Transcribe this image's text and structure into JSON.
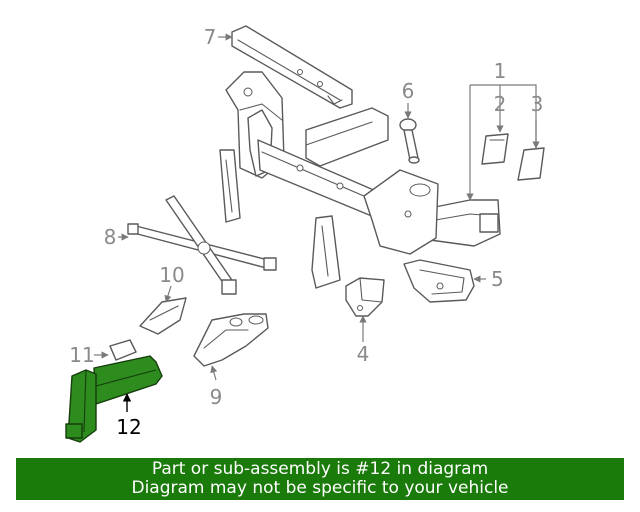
{
  "callouts": {
    "c1": "1",
    "c2": "2",
    "c3": "3",
    "c4": "4",
    "c5": "5",
    "c6": "6",
    "c7": "7",
    "c8": "8",
    "c9": "9",
    "c10": "10",
    "c11": "11",
    "c12": "12"
  },
  "highlighted_part": "12",
  "banner": {
    "line1": "Part or sub-assembly is #12 in diagram",
    "line2": "Diagram may not be specific to your vehicle"
  },
  "colors": {
    "highlight": "#2e8b1e",
    "banner": "#1a7a0a",
    "callout": "#8a8a8a"
  }
}
